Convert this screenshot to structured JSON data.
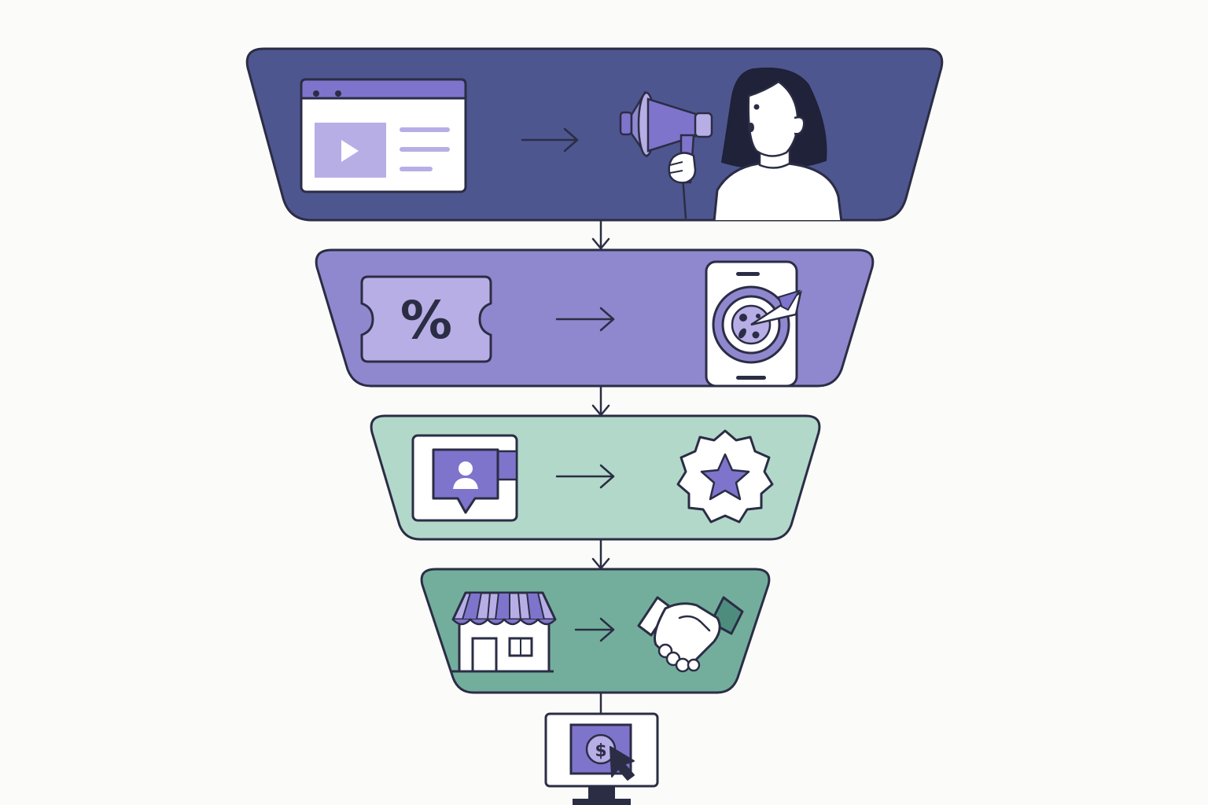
{
  "diagram": {
    "type": "marketing-funnel",
    "colors": {
      "background": "#fbfbf9",
      "outline": "#2b2d45",
      "stage_awareness": "#4e5690",
      "stage_interest": "#9088ce",
      "stage_consideration": "#b2d8ca",
      "stage_conversion": "#73ae9d",
      "accent_purple": "#7f74cc",
      "light_purple": "#b8aee6",
      "white": "#ffffff"
    },
    "stages": [
      {
        "id": "awareness",
        "icons": [
          "browser-video-icon",
          "megaphone-person-icon"
        ],
        "connector": "arrow-right-icon"
      },
      {
        "id": "interest",
        "icons": [
          "discount-coupon-icon",
          "mobile-app-icon"
        ],
        "connector": "arrow-right-icon"
      },
      {
        "id": "consideration",
        "icons": [
          "profile-testimonial-icon",
          "star-badge-icon"
        ],
        "connector": "arrow-right-icon"
      },
      {
        "id": "conversion",
        "icons": [
          "storefront-icon",
          "handshake-icon"
        ],
        "connector": "arrow-right-icon"
      }
    ],
    "outcome": {
      "icon": "monitor-purchase-icon",
      "glyph": "$"
    },
    "coupon_glyph": "%"
  }
}
